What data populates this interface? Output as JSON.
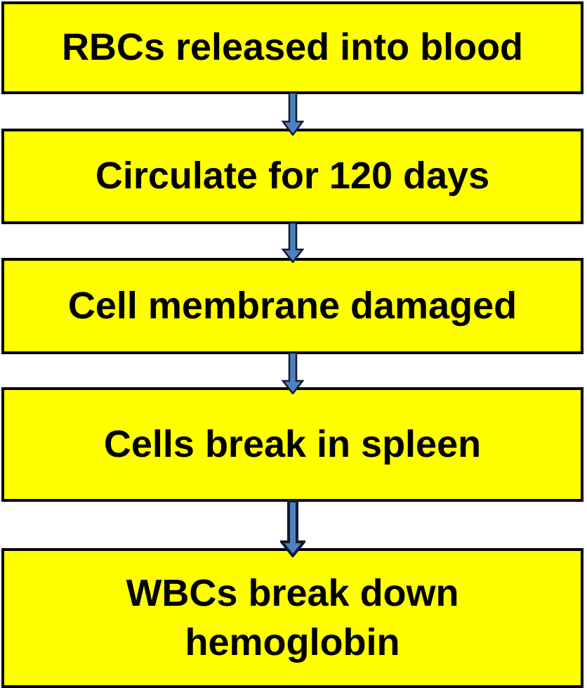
{
  "diagram": {
    "type": "flowchart",
    "direction": "top-to-bottom",
    "connector": "down-arrow",
    "steps": [
      {
        "label": "RBCs released into blood",
        "lines": [
          "RBCs released into blood"
        ]
      },
      {
        "label": "Circulate for 120 days",
        "lines": [
          "Circulate for 120 days"
        ]
      },
      {
        "label": "Cell membrane damaged",
        "lines": [
          "Cell membrane damaged"
        ]
      },
      {
        "label": "Cells break in spleen",
        "lines": [
          "Cells break in spleen"
        ]
      },
      {
        "label": "WBCs break down hemoglobin",
        "lines": [
          "WBCs break down",
          "hemoglobin"
        ]
      }
    ]
  },
  "theme": {
    "box_fill": "#FFFF00",
    "box_border": "#000000",
    "text_color": "#000000",
    "arrow_fill": "#4F81BD",
    "arrow_stroke": "#101C30",
    "page_bg": "#FFFFFF"
  }
}
